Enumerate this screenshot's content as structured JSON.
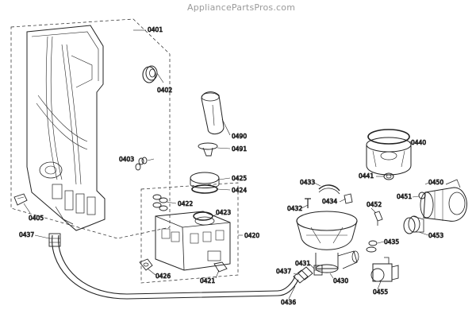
{
  "watermark": "AppliancePartsPros.com",
  "labels": {
    "p0401": "0401",
    "p0402": "0402",
    "p0403": "0403",
    "p0405": "0405",
    "p0437a": "0437",
    "p0490": "0490",
    "p0491": "0491",
    "p0425": "0425",
    "p0424": "0424",
    "p0422": "0422",
    "p0423": "0423",
    "p0420": "0420",
    "p0426": "0426",
    "p0421": "0421",
    "p0433": "0433",
    "p0432": "0432",
    "p0434": "0434",
    "p0452": "0452",
    "p0435": "0435",
    "p0431": "0431",
    "p0437b": "0437",
    "p0430": "0430",
    "p0436": "0436",
    "p0455": "0455",
    "p0440": "0440",
    "p0441": "0441",
    "p0450": "0450",
    "p0451": "0451",
    "p0453": "0453"
  }
}
